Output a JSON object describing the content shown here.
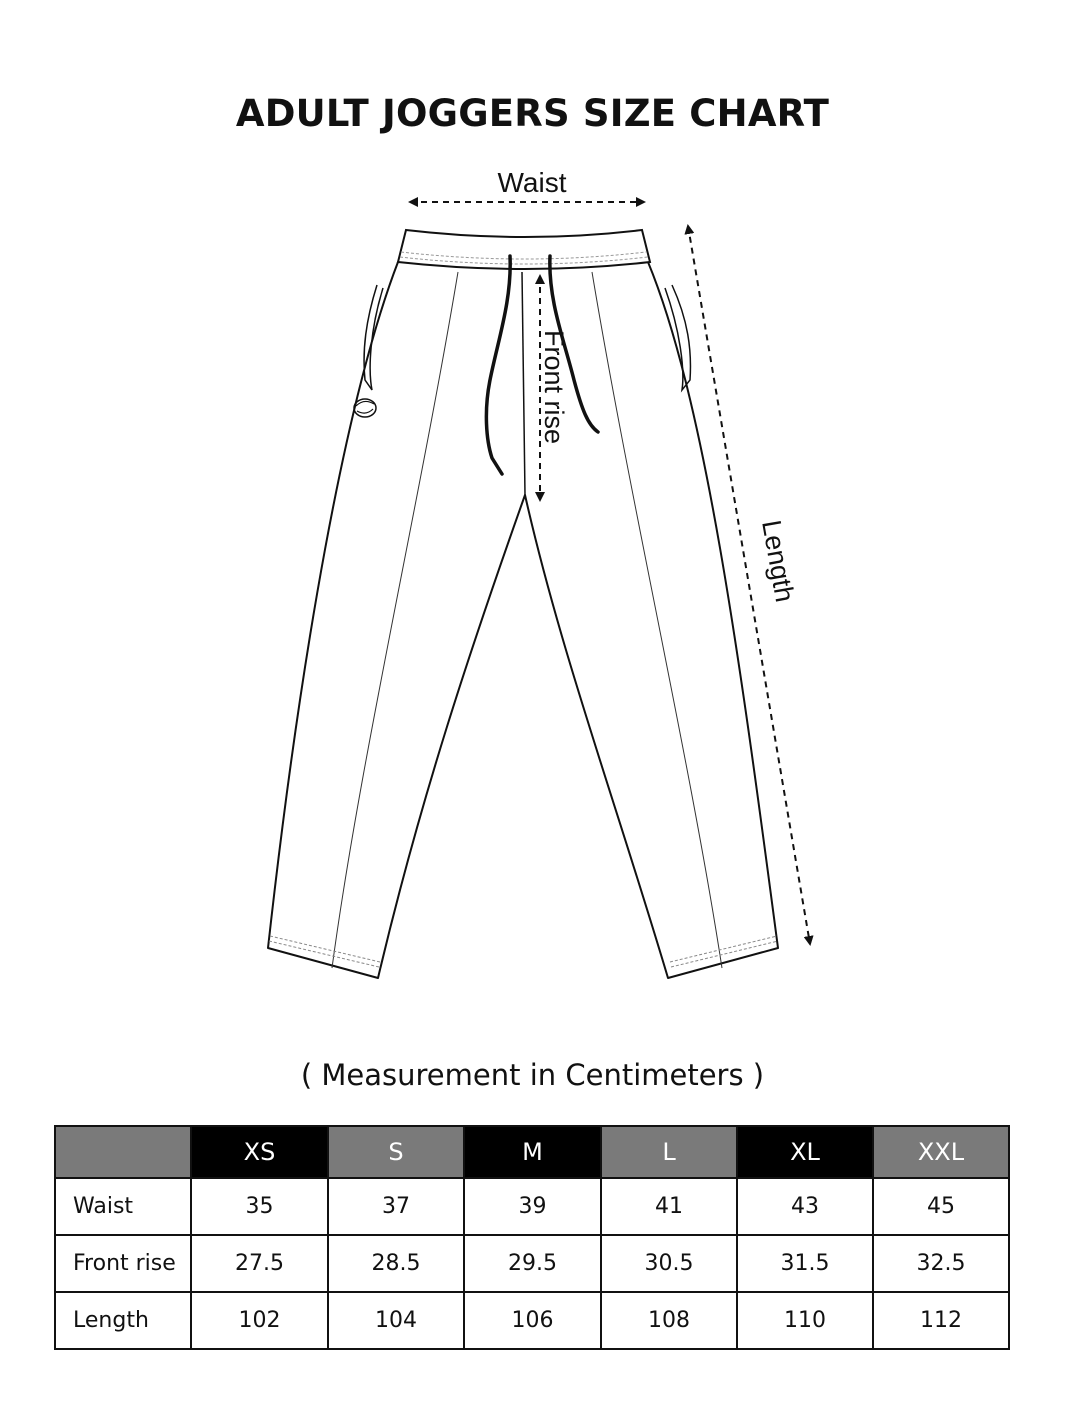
{
  "title": "ADULT JOGGERS SIZE CHART",
  "diagram": {
    "labels": {
      "waist": "Waist",
      "front_rise": "Front rise",
      "length": "Length"
    },
    "logo_icon": "brand-logo-icon"
  },
  "subtitle": "( Measurement in Centimeters )",
  "table": {
    "header_colors": [
      "#7a7a7a",
      "#000000",
      "#7a7a7a",
      "#000000",
      "#7a7a7a",
      "#000000",
      "#7a7a7a"
    ],
    "sizes": [
      "XS",
      "S",
      "M",
      "L",
      "XL",
      "XXL"
    ],
    "rows": [
      {
        "label": "Waist",
        "values": [
          "35",
          "37",
          "39",
          "41",
          "43",
          "45"
        ]
      },
      {
        "label": "Front rise",
        "values": [
          "27.5",
          "28.5",
          "29.5",
          "30.5",
          "31.5",
          "32.5"
        ]
      },
      {
        "label": "Length",
        "values": [
          "102",
          "104",
          "106",
          "108",
          "110",
          "112"
        ]
      }
    ]
  }
}
